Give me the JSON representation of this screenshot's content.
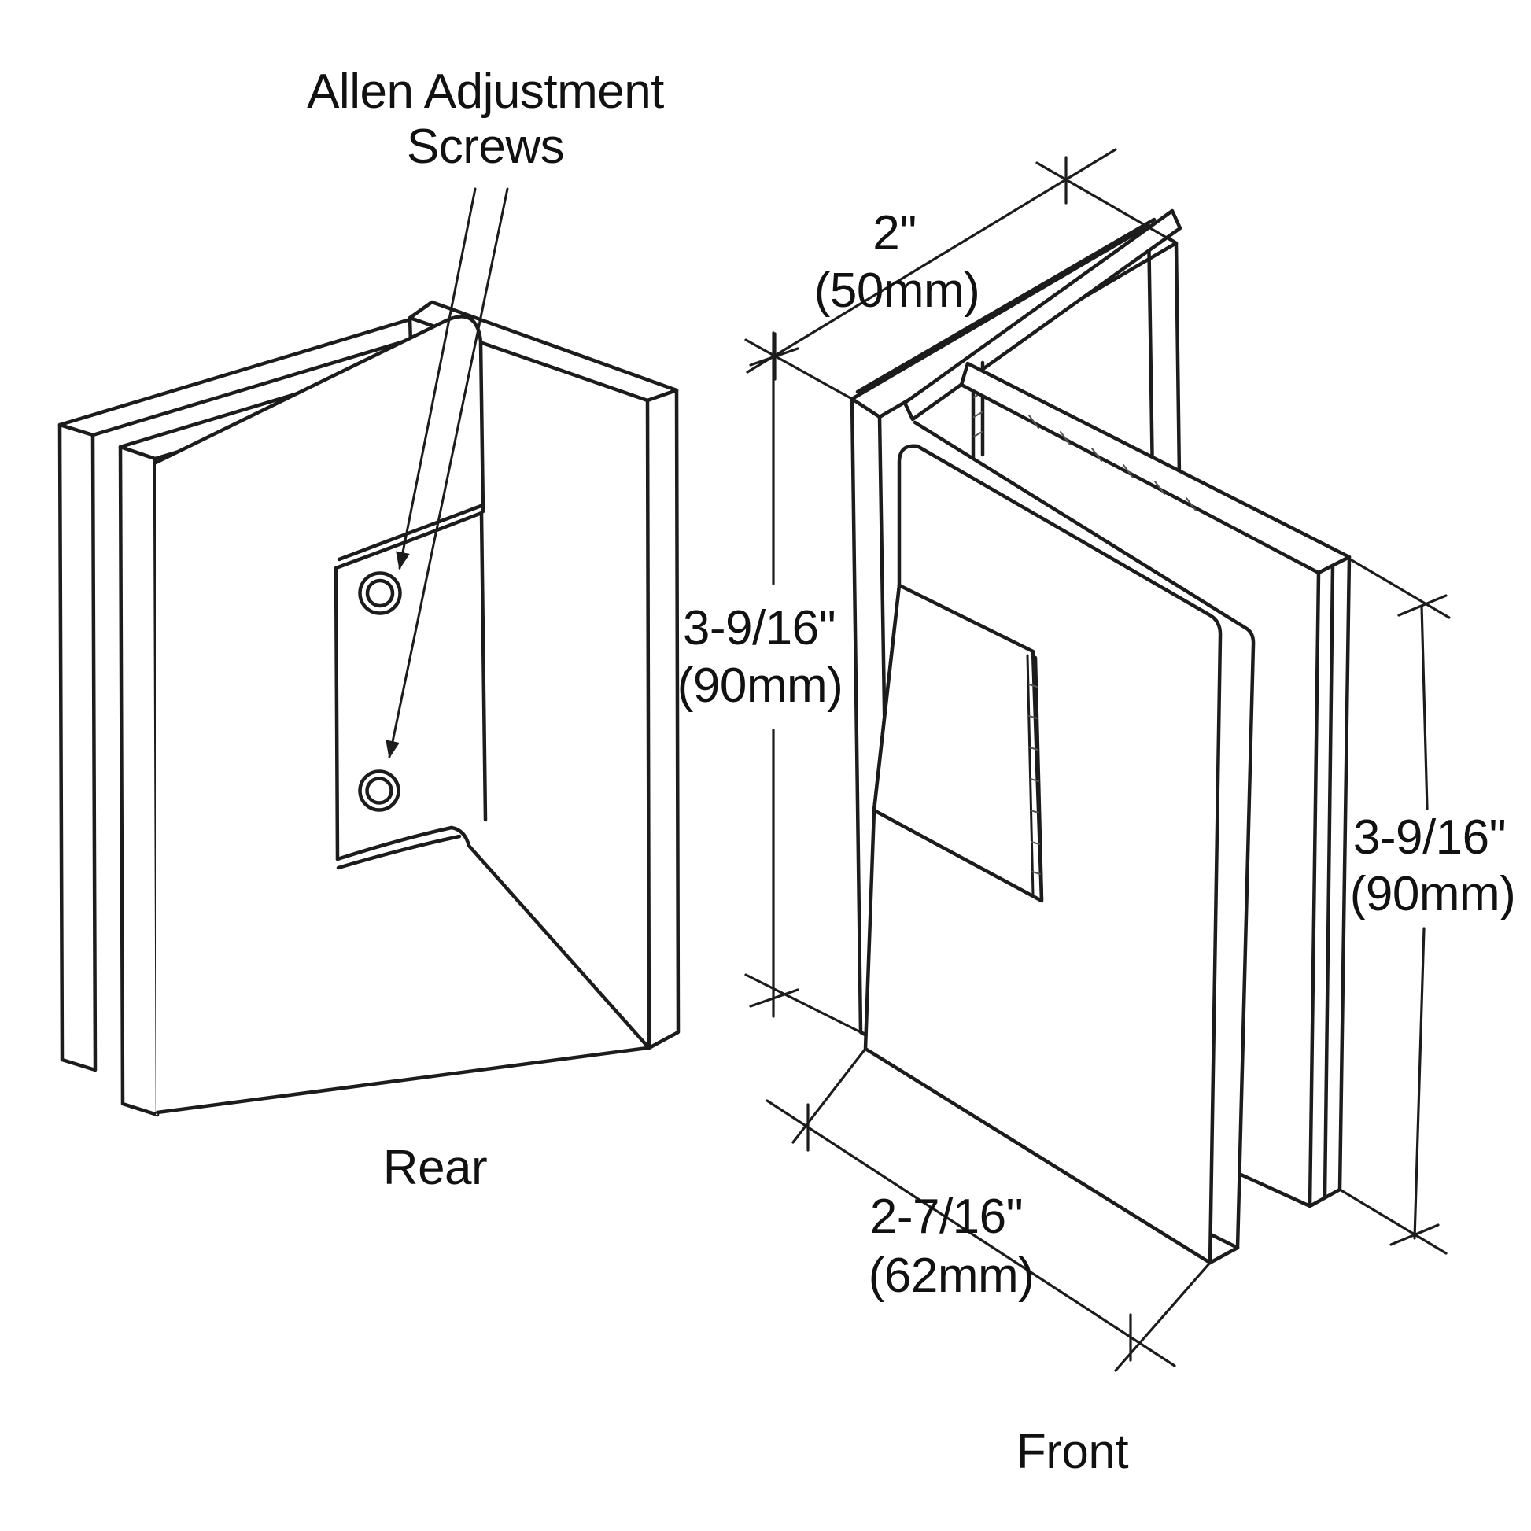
{
  "diagram": {
    "background_color": "#ffffff",
    "line_color": "#1c1c1c",
    "callout": {
      "line1": "Allen Adjustment",
      "line2": "Screws"
    },
    "views": {
      "rear": {
        "label": "Rear"
      },
      "front": {
        "label": "Front"
      }
    },
    "dimensions": {
      "top_width": {
        "inches": "2\"",
        "metric": "(50mm)"
      },
      "left_height": {
        "inches": "3-9/16\"",
        "metric": "(90mm)"
      },
      "right_height": {
        "inches": "3-9/16\"",
        "metric": "(90mm)"
      },
      "bottom_width": {
        "inches": "2-7/16\"",
        "metric": "(62mm)"
      }
    }
  }
}
